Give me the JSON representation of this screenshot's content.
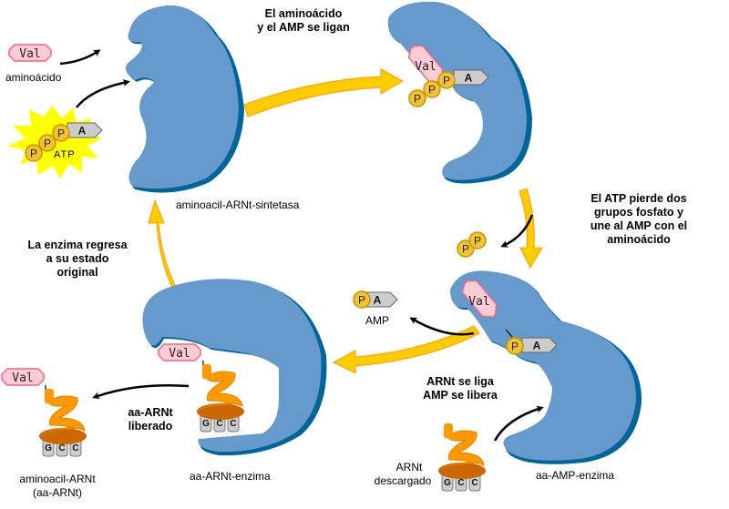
{
  "colors": {
    "enzyme_fill": "#6699cc",
    "enzyme_edge": "#00669a",
    "cycle_arrow": "#ffcc00",
    "cycle_arrow_edge": "#ff9900",
    "phosphate": "#f2c230",
    "amino_acid": "#ffccd6",
    "amino_acid_edge": "#ee6688",
    "adenine": "#cccccc",
    "trna": "#ff9900",
    "atp_star": "#ffff00"
  },
  "molecules": {
    "amino_acid": "Val",
    "val_split": [
      "V",
      "a",
      "l"
    ],
    "phosphate": "P",
    "adenine": "A",
    "anticodon": [
      "G",
      "C",
      "C"
    ]
  },
  "labels": {
    "aminoacido": "aminoácido",
    "atp": "ATP",
    "enzyme": "aminoacil-ARNt-sintetasa",
    "amp": "AMP",
    "aa_amp_enzyme": "aa-AMP-enzima",
    "trna_uncharged": [
      "ARNt",
      "descargado"
    ],
    "aa_trna_enzyme": "aa-ARNt-enzima",
    "aa_trna": [
      "aminoacil-ARNt",
      "(aa-ARNt)"
    ]
  },
  "steps": {
    "step1": [
      "El aminoácido",
      "y el AMP se ligan"
    ],
    "step2": [
      "El ATP pierde dos",
      "grupos fosfato y",
      "une al AMP con el",
      "aminoácido"
    ],
    "step3": [
      "ARNt se liga",
      "AMP se libera"
    ],
    "step4": [
      "aa-ARNt",
      "liberado"
    ],
    "step5": [
      "La enzima regresa",
      "a su estado",
      "original"
    ]
  }
}
